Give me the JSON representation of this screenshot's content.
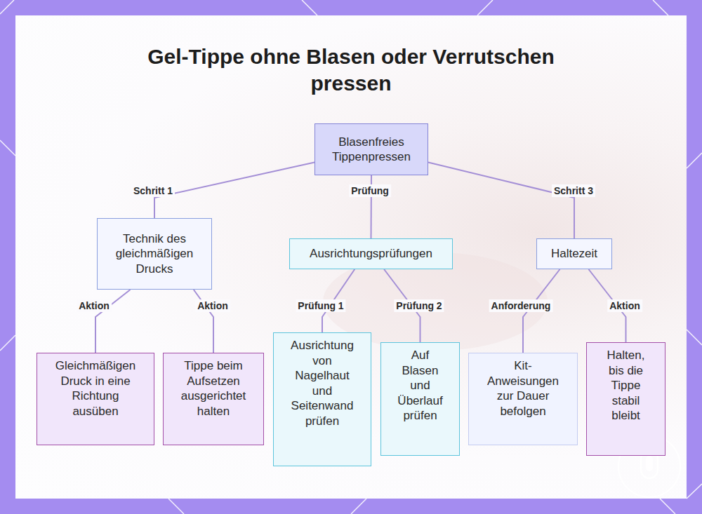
{
  "diagram": {
    "title": "Gel-Tippe ohne Blasen oder Verrutschen pressen",
    "nodes": [
      {
        "text": [
          "Blasenfreies Tippenpressen"
        ]
      },
      {
        "text": [
          "Technik des gleichmäßigen Drucks"
        ]
      },
      {
        "text": [
          "Ausrichtungsprüfungen"
        ]
      },
      {
        "text": [
          "Haltezeit"
        ]
      },
      {
        "text": [
          "Gleichmäßigen Druck in eine Richtung ausüben"
        ]
      },
      {
        "text": [
          "Tippe beim Aufsetzen ausgerichtet halten"
        ]
      },
      {
        "text": [
          "Ausrichtung von Nagelhaut und Seitenwand prüfen"
        ]
      },
      {
        "text": [
          "Auf Blasen und Überlauf prüfen"
        ]
      },
      {
        "text": [
          "Kit-Anweisungen zur Dauer befolgen"
        ]
      },
      {
        "text": [
          "Halten, bis die Tippe stabil bleibt"
        ]
      }
    ],
    "edges": [
      {
        "from": 0,
        "to": 1,
        "label": "Schritt 1",
        "arrow": "none"
      },
      {
        "from": 0,
        "to": 2,
        "label": "Prüfung",
        "arrow": "none"
      },
      {
        "from": 0,
        "to": 3,
        "label": "Schritt 3",
        "arrow": "none"
      },
      {
        "from": 1,
        "to": 4,
        "label": "Aktion",
        "arrow": "none"
      },
      {
        "from": 1,
        "to": 5,
        "label": "Aktion",
        "arrow": "none"
      },
      {
        "from": 2,
        "to": 6,
        "label": "Prüfung 1",
        "arrow": "none"
      },
      {
        "from": 2,
        "to": 7,
        "label": "Prüfung 2",
        "arrow": "none"
      },
      {
        "from": 3,
        "to": 8,
        "label": "Anforderung",
        "arrow": "none"
      },
      {
        "from": 3,
        "to": 9,
        "label": "Aktion",
        "arrow": "none"
      }
    ]
  }
}
